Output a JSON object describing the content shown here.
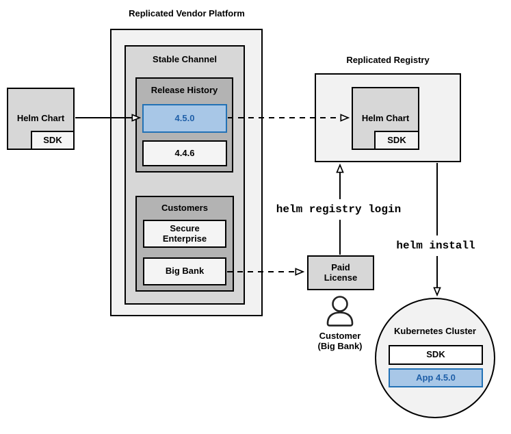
{
  "colors": {
    "highlight_fill": "#a8c7e7",
    "highlight_border": "#2271b5",
    "highlight_text": "#1f5fa8",
    "box_light_gray": "#f2f2f2",
    "box_medium_gray": "#d7d7d7",
    "box_dark_gray": "#b3b3b3",
    "line_color": "#000000"
  },
  "left_helm_chart": {
    "label": "Helm Chart",
    "sdk": "SDK"
  },
  "vendor_platform": {
    "title": "Replicated Vendor Platform",
    "stable_channel": {
      "label": "Stable Channel",
      "release_history": {
        "label": "Release History",
        "releases": [
          {
            "version": "4.5.0",
            "highlighted": true
          },
          {
            "version": "4.4.6",
            "highlighted": false
          }
        ]
      },
      "customers": {
        "label": "Customers",
        "items": [
          {
            "name": "Secure Enterprise"
          },
          {
            "name": "Big Bank"
          }
        ]
      }
    }
  },
  "registry": {
    "title": "Replicated Registry",
    "helm_chart": {
      "label": "Helm Chart",
      "sdk": "SDK"
    }
  },
  "paid_license": {
    "label": "Paid License"
  },
  "customer_caption": {
    "line1": "Customer",
    "line2": "(Big Bank)"
  },
  "commands": {
    "registry_login": "helm registry login",
    "install": "helm install"
  },
  "kubernetes": {
    "title": "Kubernetes Cluster",
    "sdk": "SDK",
    "app": "App 4.5.0"
  }
}
